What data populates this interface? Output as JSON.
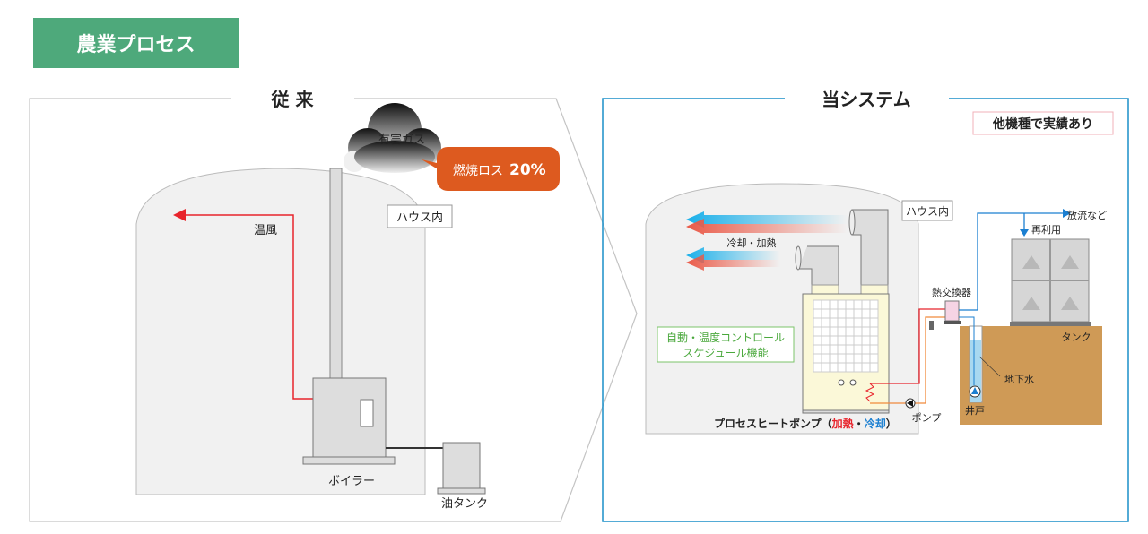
{
  "header": {
    "title": "農業プロセス"
  },
  "conventional": {
    "heading": "従 来",
    "gas_label": "有害ガス",
    "loss_label": "燃焼ロス",
    "loss_value": "20%",
    "house_label": "ハウス内",
    "warm_air_label": "温風",
    "boiler_label": "ボイラー",
    "oil_tank_label": "油タンク"
  },
  "system": {
    "heading": "当システム",
    "badge": "他機種で実績あり",
    "house_label": "ハウス内",
    "air_label": "冷却・加熱",
    "control_line1": "自動・温度コントロール",
    "control_line2": "スケジュール機能",
    "hp_label": "プロセスヒートポンプ（",
    "hp_heat": "加熱",
    "hp_sep": "・",
    "hp_cool": "冷却",
    "hp_close": "）",
    "pump_label": "ポンプ",
    "exchanger_label": "熱交換器",
    "discharge_label": "放流など",
    "reuse_label": "再利用",
    "tank_label": "タンク",
    "groundwater_label": "地下水",
    "well_label": "井戸"
  },
  "colors": {
    "accent_green": "#4ea97b",
    "loss_orange": "#dd5a1f",
    "system_blue": "#1a8fc9",
    "heat_red": "#e8242c",
    "cool_blue": "#1b7fd1"
  }
}
